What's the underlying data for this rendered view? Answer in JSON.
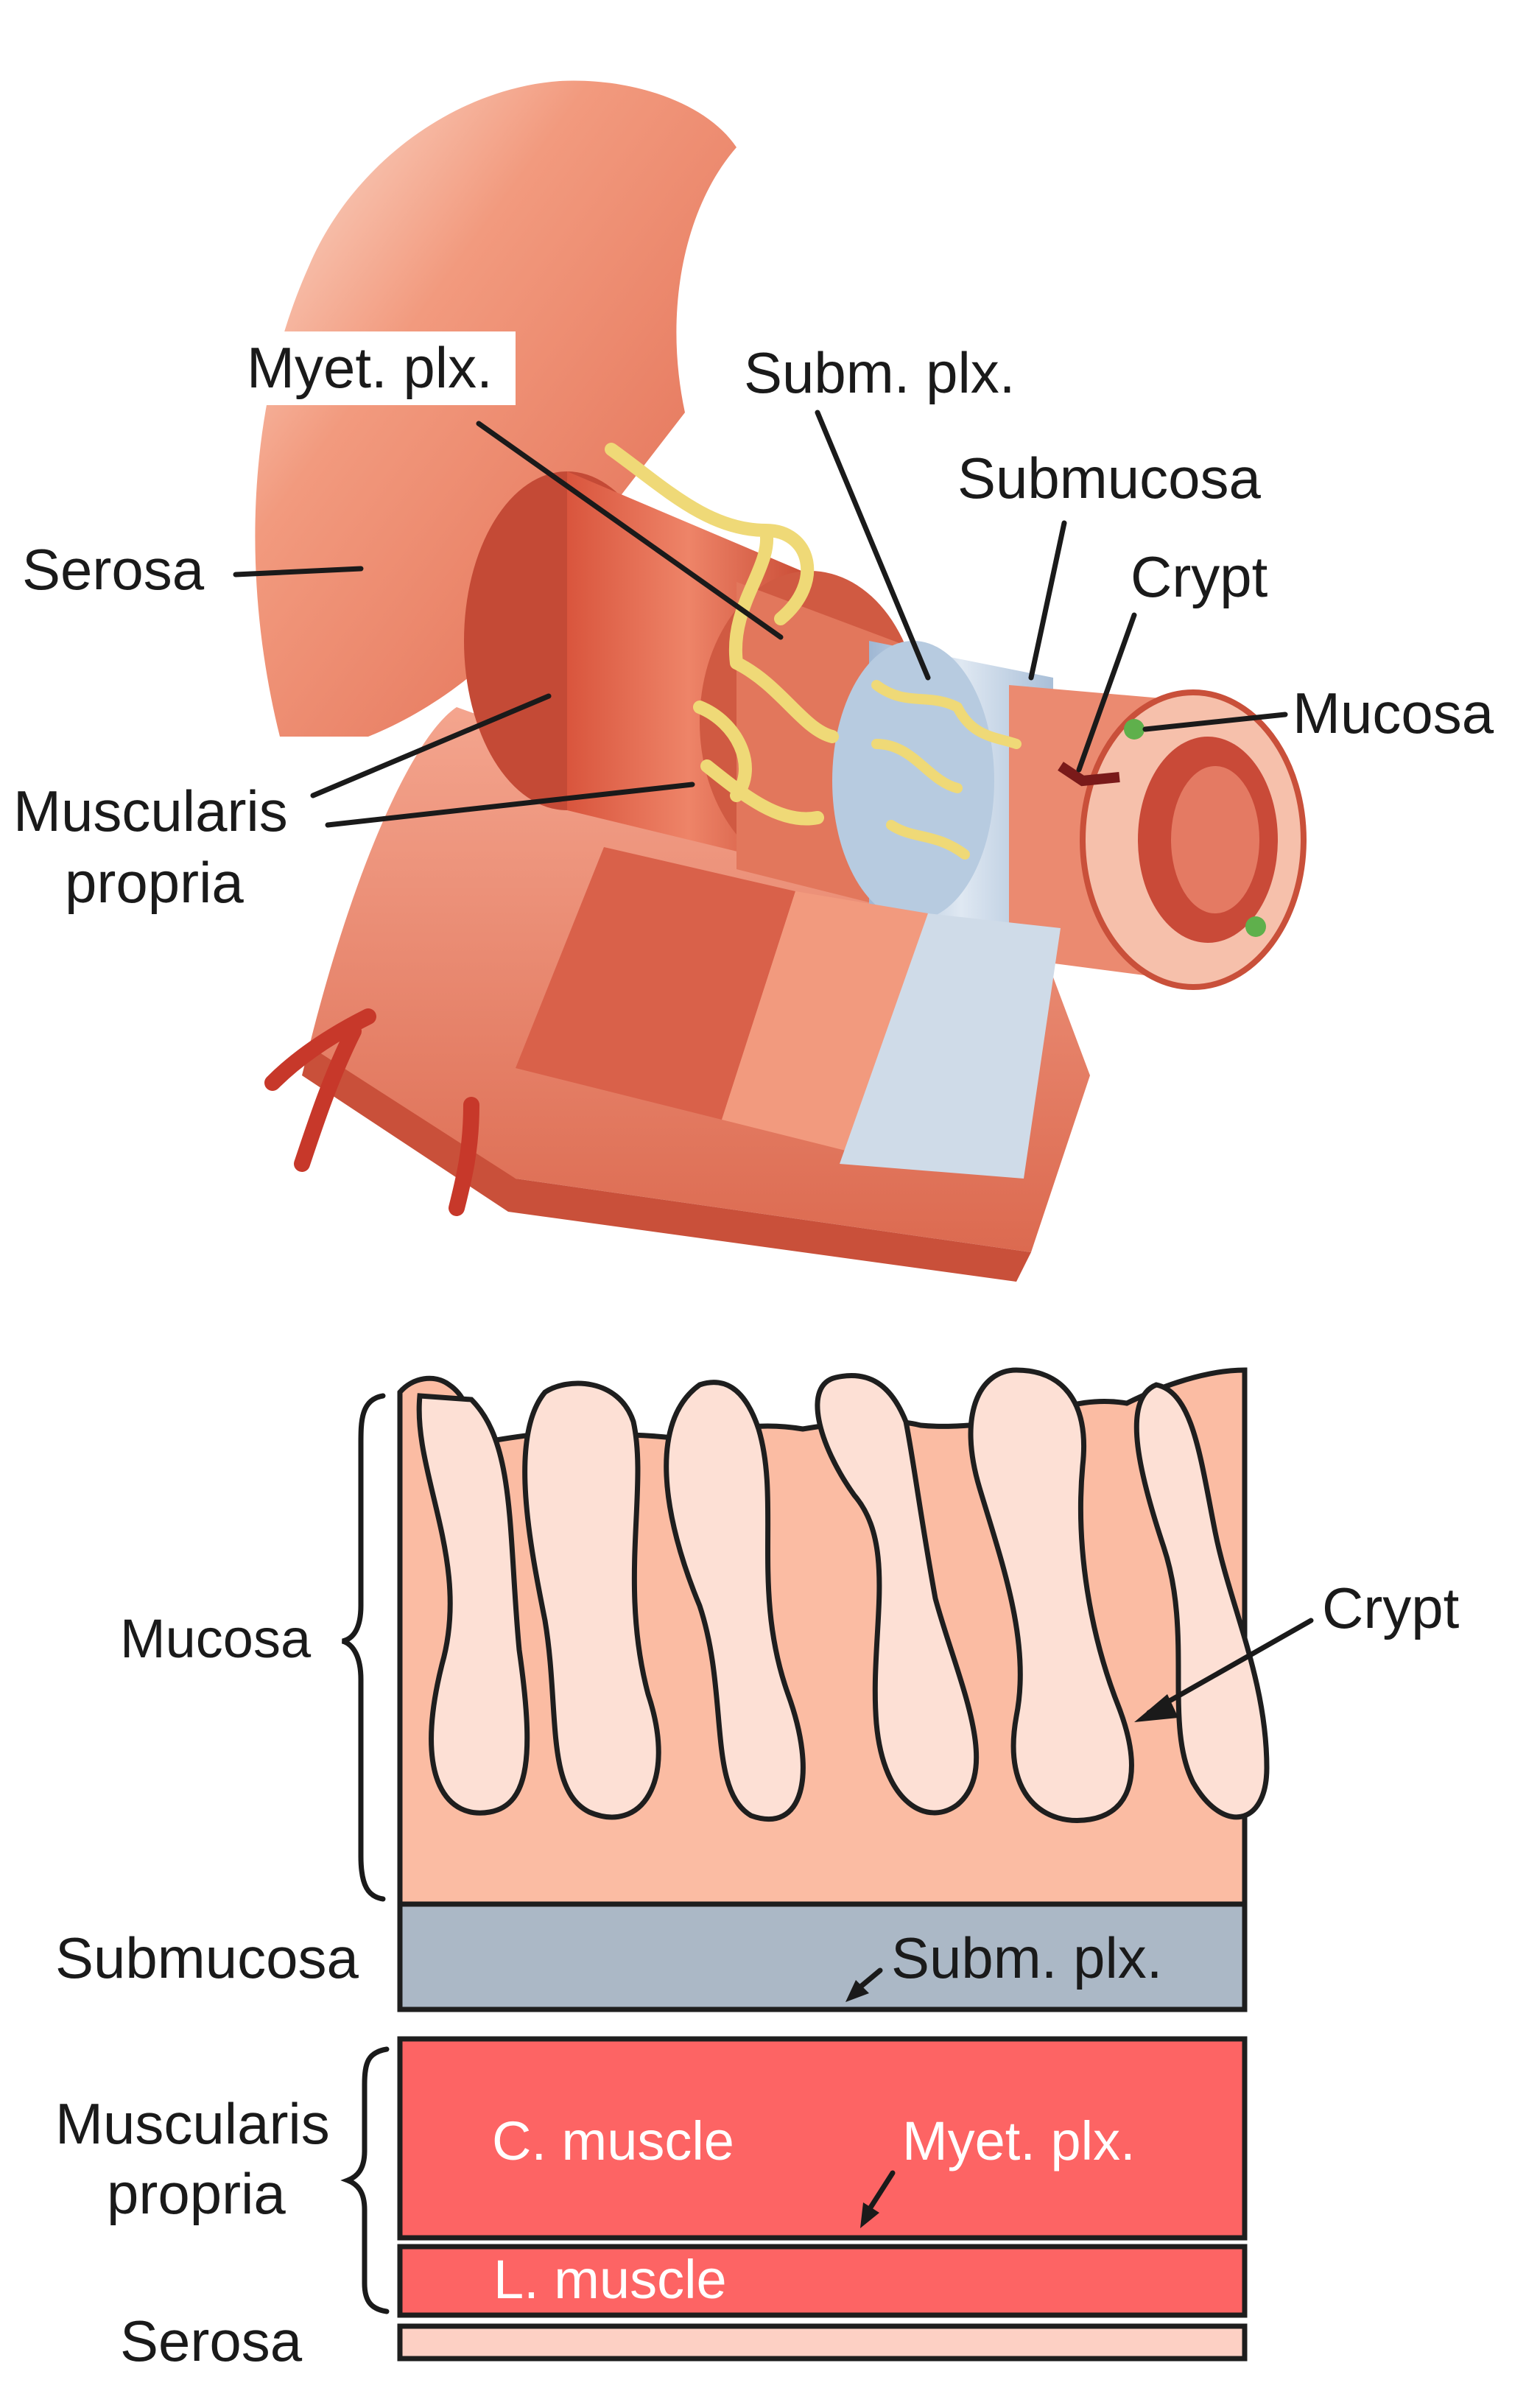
{
  "top_figure": {
    "labels": {
      "myet_plx": "Myet. plx.",
      "subm_plx": "Subm. plx.",
      "submucosa": "Submucosa",
      "crypt": "Crypt",
      "mucosa": "Mucosa",
      "serosa": "Serosa",
      "muscularis_line1": "Muscularis",
      "muscularis_line2": "propria"
    }
  },
  "bottom_figure": {
    "labels": {
      "mucosa": "Mucosa",
      "crypt": "Crypt",
      "submucosa": "Submucosa",
      "subm_plx": "Subm. plx.",
      "muscularis_line1": "Muscularis",
      "muscularis_line2": "propria",
      "c_muscle": "C. muscle",
      "myet_plx": "Myet. plx.",
      "l_muscle": "L. muscle",
      "serosa": "Serosa"
    }
  },
  "colors": {
    "mucosa": "#fbbca3",
    "crypt_fill": "#fde0d5",
    "submucosa": "#abb8c6",
    "muscle": "#fd6464",
    "serosa": "#fdd0c4",
    "outline": "#1e1e1e",
    "plexus": "#efd977",
    "intestine": "#e8765e"
  }
}
